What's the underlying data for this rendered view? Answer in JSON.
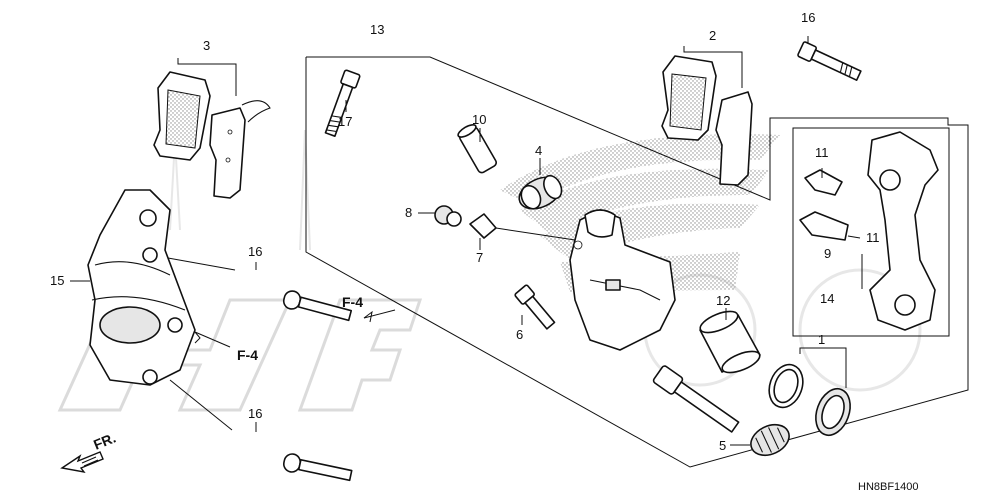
{
  "diagram": {
    "labels": {
      "p1": "1",
      "p2": "2",
      "p3": "3",
      "p4": "4",
      "p5": "5",
      "p6": "6",
      "p7": "7",
      "p8": "8",
      "p9": "9",
      "p10": "10",
      "p11a": "11",
      "p11b": "11",
      "p12": "12",
      "p13": "13",
      "p14": "14",
      "p15": "15",
      "p16a": "16",
      "p16b": "16",
      "p16c": "16",
      "p17": "17"
    },
    "refs": {
      "f4a": "F-4",
      "f4b": "F-4",
      "fr": "FR."
    },
    "code": "HN8BF1400"
  }
}
